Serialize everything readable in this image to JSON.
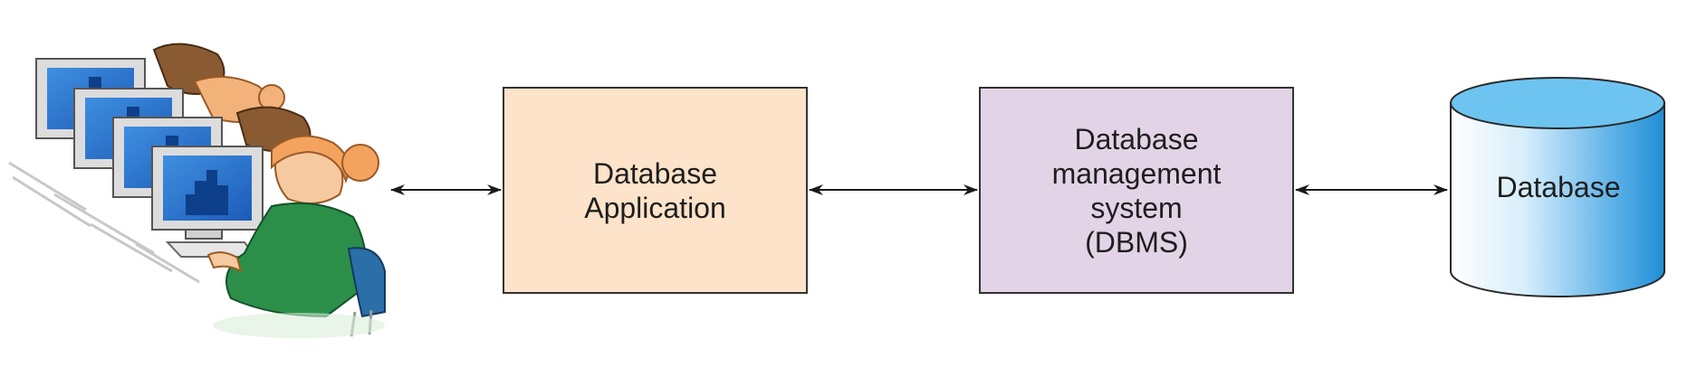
{
  "colors": {
    "application_fill": "#fde3c9",
    "dbms_fill": "#e3d3e6",
    "database_top": "#6ec4f0",
    "database_body_light": "#eaf6fd",
    "database_body_dark": "#1f8fd6",
    "arrow": "#1a1a1a",
    "border": "#333333"
  },
  "nodes": {
    "users": {
      "icon": "users-at-computers-icon"
    },
    "application": {
      "label": "Database\nApplication"
    },
    "dbms": {
      "label": "Database\nmanagement\nsystem\n(DBMS)"
    },
    "database": {
      "label": "Database",
      "icon": "database-cylinder-icon"
    }
  },
  "connections": [
    {
      "from": "users",
      "to": "application",
      "type": "bidirectional"
    },
    {
      "from": "application",
      "to": "dbms",
      "type": "bidirectional"
    },
    {
      "from": "dbms",
      "to": "database",
      "type": "bidirectional"
    }
  ]
}
